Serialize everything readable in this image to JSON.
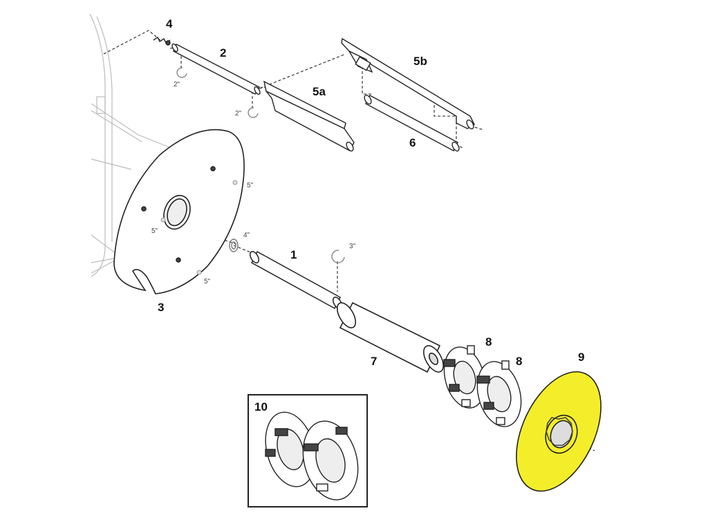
{
  "colors": {
    "line": "#222222",
    "faint": "#bbbbbb",
    "highlight": "#f4ee2a",
    "part_fill": "#ffffff",
    "dark_fill": "#444444"
  },
  "labels": {
    "p1": "1",
    "p2": "2",
    "p3": "3",
    "p4": "4",
    "p5a": "5a",
    "p5b": "5b",
    "p6": "6",
    "p7": "7",
    "p8a": "8",
    "p8b": "8",
    "p9": "9",
    "p10": "10",
    "h2a": "2\"",
    "h2b": "2\"",
    "h3": "3\"",
    "h4": "4\"",
    "h5a": "5\"",
    "h5b": "5\"",
    "h5c": "5\""
  },
  "highlighted_part": "9"
}
